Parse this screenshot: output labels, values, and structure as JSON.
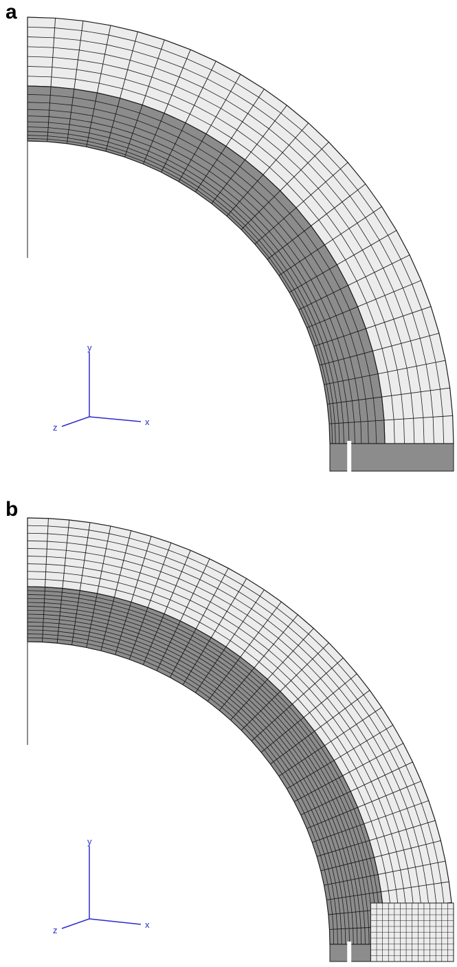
{
  "panels": [
    {
      "label": "a",
      "mesh": {
        "left_face_grid": {
          "radial_divisions": 10,
          "arc_segments": 24,
          "refined_core": true
        },
        "right_face_grid": {
          "radial_divisions": 7,
          "arc_segments": 24
        },
        "foot_notch": true
      },
      "axes": {
        "x": "x",
        "y": "y",
        "z": "z"
      }
    },
    {
      "label": "b",
      "mesh": {
        "left_face_grid": {
          "radial_divisions": 14,
          "arc_segments": 32,
          "refined_core": false
        },
        "right_face_grid": {
          "radial_divisions": 9,
          "arc_segments": 32
        },
        "foot_notch": true,
        "refined_foot_block": true
      },
      "axes": {
        "x": "x",
        "y": "y",
        "z": "z"
      }
    }
  ],
  "colors": {
    "face_dark": "#8c8c8c",
    "face_light": "#ececec",
    "mesh_line": "#1a1a1a",
    "axis": "#2b2bcc"
  }
}
